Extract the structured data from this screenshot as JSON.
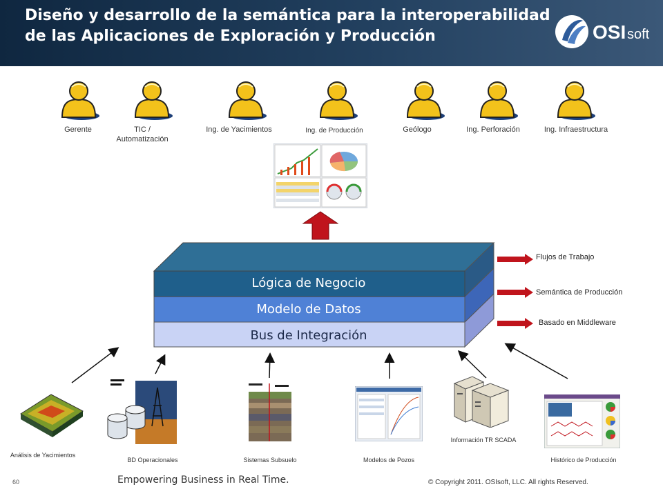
{
  "header": {
    "title_line1": "Diseño y desarrollo de la semántica para la interoperabilidad",
    "title_line2": "de las Aplicaciones de Exploración y Producción",
    "logo_text_bold": "OSI",
    "logo_text_light": "soft"
  },
  "users": [
    {
      "label": "Gerente"
    },
    {
      "label": "TIC / Automatización"
    },
    {
      "label": "Ing. de Yacimientos"
    },
    {
      "label": "Ing. de Producción"
    },
    {
      "label": "Geólogo"
    },
    {
      "label": "Ing. Perforación"
    },
    {
      "label": "Ing. Infraestructura"
    }
  ],
  "layers": {
    "top": "Lógica de Negocio",
    "middle": "Modelo de Datos",
    "bottom": "Bus de Integración"
  },
  "side_labels": [
    {
      "label": "Flujos de Trabajo"
    },
    {
      "label": "Semántica de Producción"
    },
    {
      "label": "Basado en Middleware"
    }
  ],
  "sources": [
    {
      "label": "Análisis de Yacimientos"
    },
    {
      "label": "BD Operacionales"
    },
    {
      "label": "Sistemas Subsuelo"
    },
    {
      "label": "Modelos de Pozos"
    },
    {
      "label": "Información TR SCADA"
    },
    {
      "label": "Histórico de Producción"
    }
  ],
  "footer": {
    "page_number": "60",
    "tagline": "Empowering Business in Real Time.",
    "copyright": "© Copyright 2011. OSIsoft, LLC.  All rights Reserved."
  },
  "colors": {
    "header_bg": "#1b3554",
    "layer_top": "#1f5f8b",
    "layer_middle": "#4f81d6",
    "layer_bottom": "#c9d3f5",
    "arrow_red": "#c0141c",
    "user_yellow": "#f3c21b"
  }
}
